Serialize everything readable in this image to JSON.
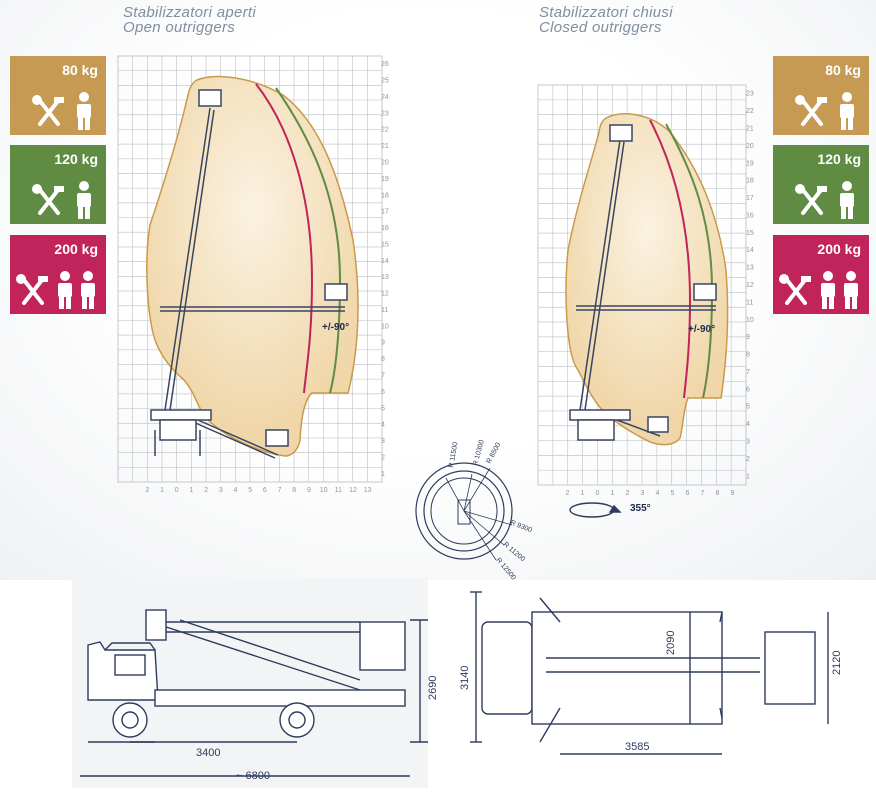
{
  "titles": {
    "left": {
      "line1": "Stabilizzatori aperti",
      "line2": "Open outriggers"
    },
    "right": {
      "line1": "Stabilizzatori chiusi",
      "line2": "Closed outriggers"
    }
  },
  "badges": [
    {
      "load": "80 kg",
      "color": "#c69a52",
      "icons": [
        "wrench-hammer-icon",
        "worker-icon"
      ]
    },
    {
      "load": "120 kg",
      "color": "#5f8b43",
      "icons": [
        "wrench-hammer-icon",
        "worker-icon"
      ]
    },
    {
      "load": "200 kg",
      "color": "#c0245a",
      "icons": [
        "wrench-hammer-icon",
        "worker-icon",
        "worker-icon"
      ]
    }
  ],
  "left_chart": {
    "x_ticks": [
      "2",
      "1",
      "0",
      "1",
      "2",
      "3",
      "4",
      "5",
      "6",
      "7",
      "8",
      "9",
      "10",
      "11",
      "12",
      "13"
    ],
    "y_ticks": [
      "1",
      "2",
      "3",
      "4",
      "5",
      "6",
      "7",
      "8",
      "9",
      "10",
      "11",
      "12",
      "13",
      "14",
      "15",
      "16",
      "17",
      "18",
      "19",
      "20",
      "21",
      "22",
      "23",
      "24",
      "25",
      "26"
    ],
    "rotation_label": "+/-90°"
  },
  "right_chart": {
    "x_ticks": [
      "2",
      "1",
      "0",
      "1",
      "2",
      "3",
      "4",
      "5",
      "6",
      "7",
      "8",
      "9"
    ],
    "y_ticks": [
      "1",
      "2",
      "3",
      "4",
      "5",
      "6",
      "7",
      "8",
      "9",
      "10",
      "11",
      "12",
      "13",
      "14",
      "15",
      "16",
      "17",
      "18",
      "19",
      "20",
      "21",
      "22",
      "23"
    ],
    "rotation_label": "+/-90°",
    "turret_rotation": "355°"
  },
  "radii": [
    "R 11500",
    "R 10300",
    "R 8500",
    "R 9300",
    "R 11200",
    "R 12500"
  ],
  "dimensions": {
    "height": "2690",
    "wheelbase": "3400",
    "length": "~ 6800",
    "width_total": "3140",
    "width_a": "2090",
    "width_b": "2120",
    "outrigger_span": "3585"
  },
  "colors": {
    "envelope": "#f3ddb6",
    "envelope_border": "#c99a4a",
    "curve_120": "#5f8b43",
    "curve_200": "#c0245a",
    "grid": "#c4c8cc"
  }
}
